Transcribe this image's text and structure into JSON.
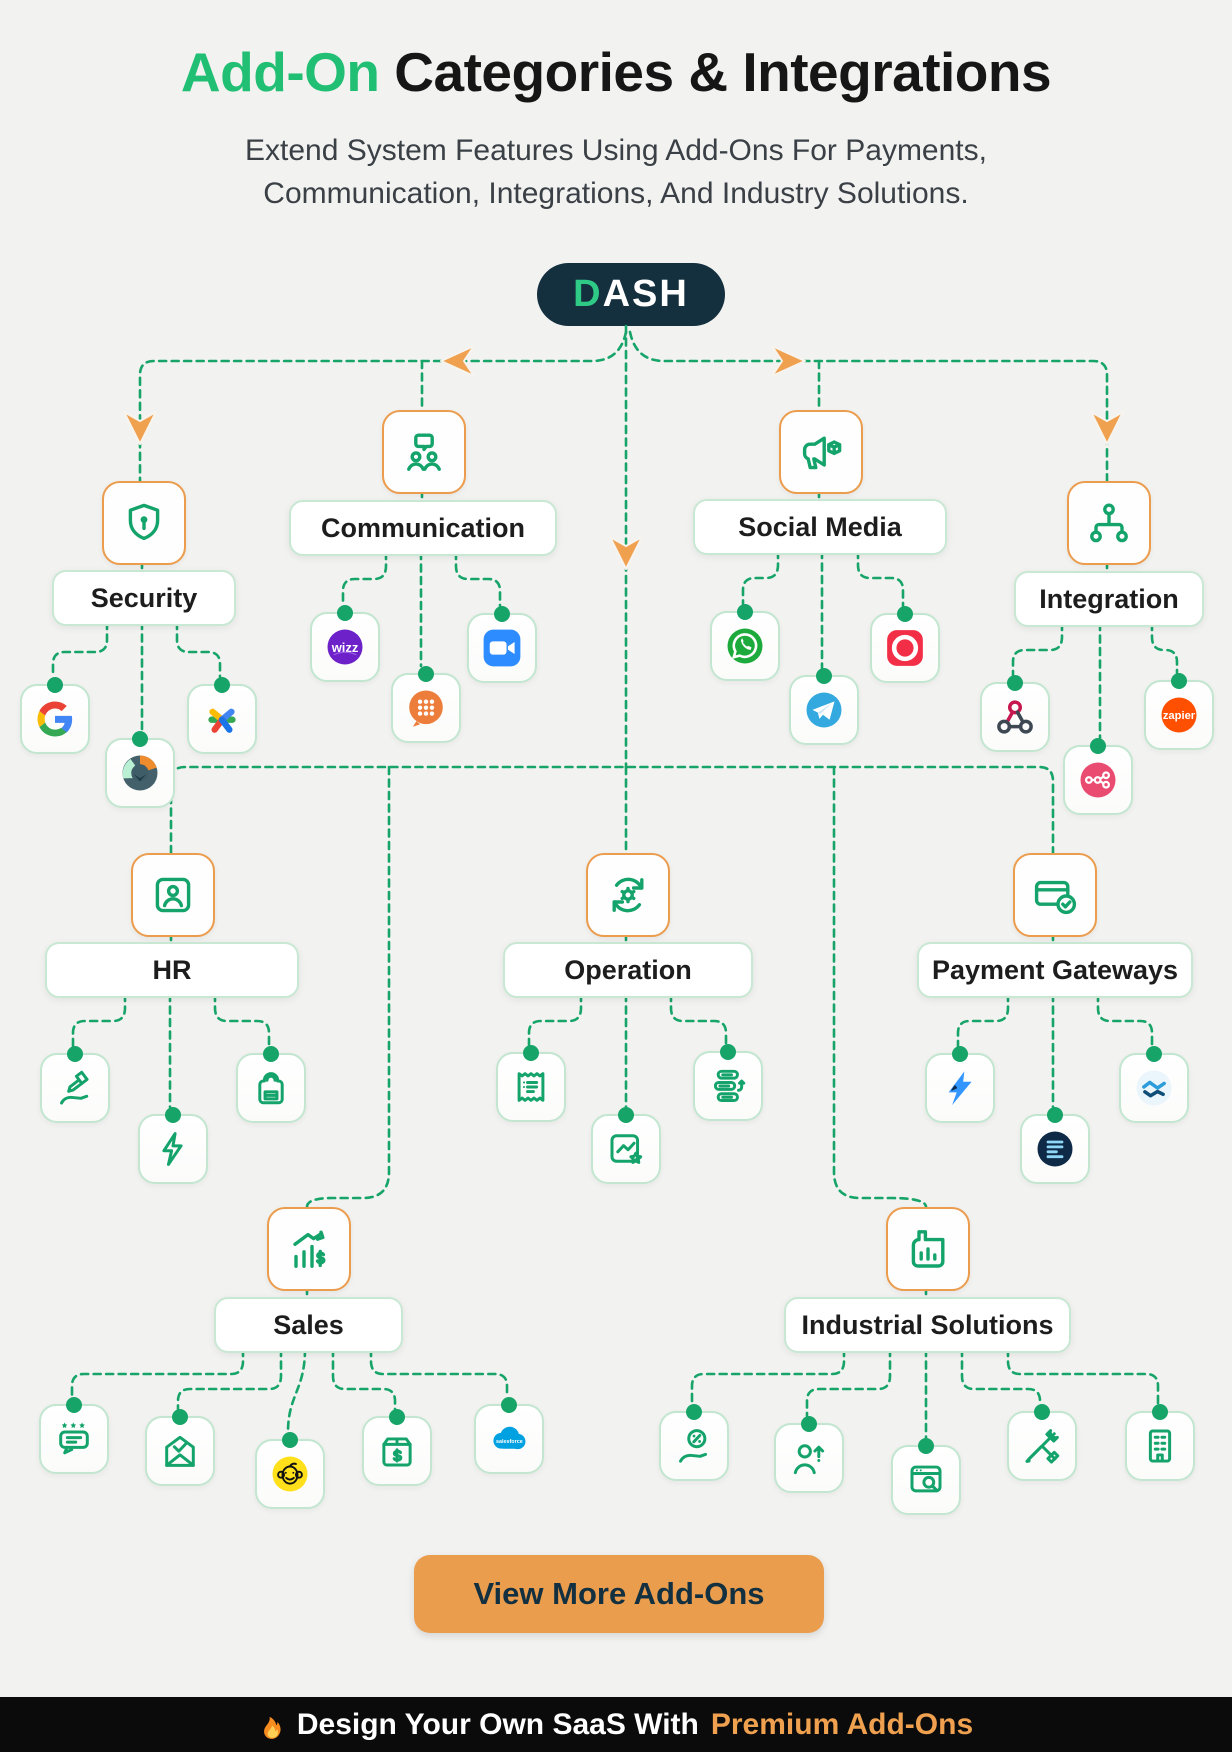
{
  "title": {
    "highlight": "Add-On",
    "rest": " Categories & Integrations"
  },
  "subtitle": {
    "line1": "Extend System Features Using Add-Ons For Payments,",
    "line2": "Communication, Integrations, And Industry Solutions."
  },
  "logo": {
    "prefix": "D",
    "suffix": "ASH"
  },
  "categories": {
    "security": {
      "label": "Security"
    },
    "communication": {
      "label": "Communication"
    },
    "social_media": {
      "label": "Social Media"
    },
    "integration": {
      "label": "Integration"
    },
    "hr": {
      "label": "HR"
    },
    "operation": {
      "label": "Operation"
    },
    "payment_gateways": {
      "label": "Payment Gateways"
    },
    "sales": {
      "label": "Sales"
    },
    "industrial": {
      "label": "Industrial Solutions"
    }
  },
  "integrations": {
    "security": [
      "google",
      "recaptcha",
      "google-authenticator"
    ],
    "communication": [
      "wizz",
      "dialpad",
      "zoom"
    ],
    "social_media": [
      "whatsapp",
      "twilio",
      "telegram"
    ],
    "integration": [
      "webhooks",
      "n8n",
      "zapier"
    ],
    "hr": [
      "hand-signature",
      "lightning",
      "backpack"
    ],
    "operation": [
      "voucher",
      "report-image",
      "workflow-queue"
    ],
    "payment_gateways": [
      "razorpay",
      "paystack",
      "handshake-pay"
    ],
    "sales": [
      "reviews",
      "email-verified",
      "mailchimp",
      "package-dollar",
      "salesforce"
    ],
    "industrial": [
      "commission-hand",
      "hiring-person",
      "web-audit",
      "maintenance-tools",
      "company-building"
    ]
  },
  "brands": {
    "wizz": "wizz",
    "zapier": "zapier",
    "salesforce": "salesforce"
  },
  "cta": {
    "label": "View More Add-Ons"
  },
  "footer": {
    "text": "Design Your Own SaaS With",
    "highlight": "Premium Add-Ons"
  },
  "colors": {
    "accent_green": "#21bf73",
    "line_green": "#17a469",
    "arrow_orange": "#f0a14f",
    "button_orange": "#eb9d4e",
    "navy": "#14303f",
    "footer_bg": "#0b0b0b",
    "background": "#f2f2f0"
  }
}
